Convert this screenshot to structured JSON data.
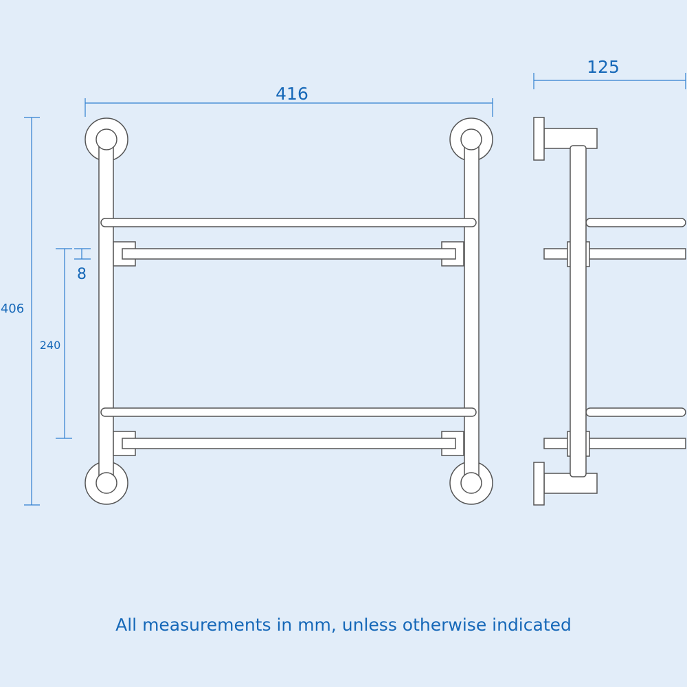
{
  "dimensions": {
    "width": "416",
    "depth": "125",
    "height": "406",
    "shelf_spacing": "240",
    "rail_thickness": "8"
  },
  "footer": "All measurements in mm, unless otherwise indicated",
  "colors": {
    "background": "#e2edf9",
    "dimension": "#1668b8",
    "outline": "#555555"
  }
}
